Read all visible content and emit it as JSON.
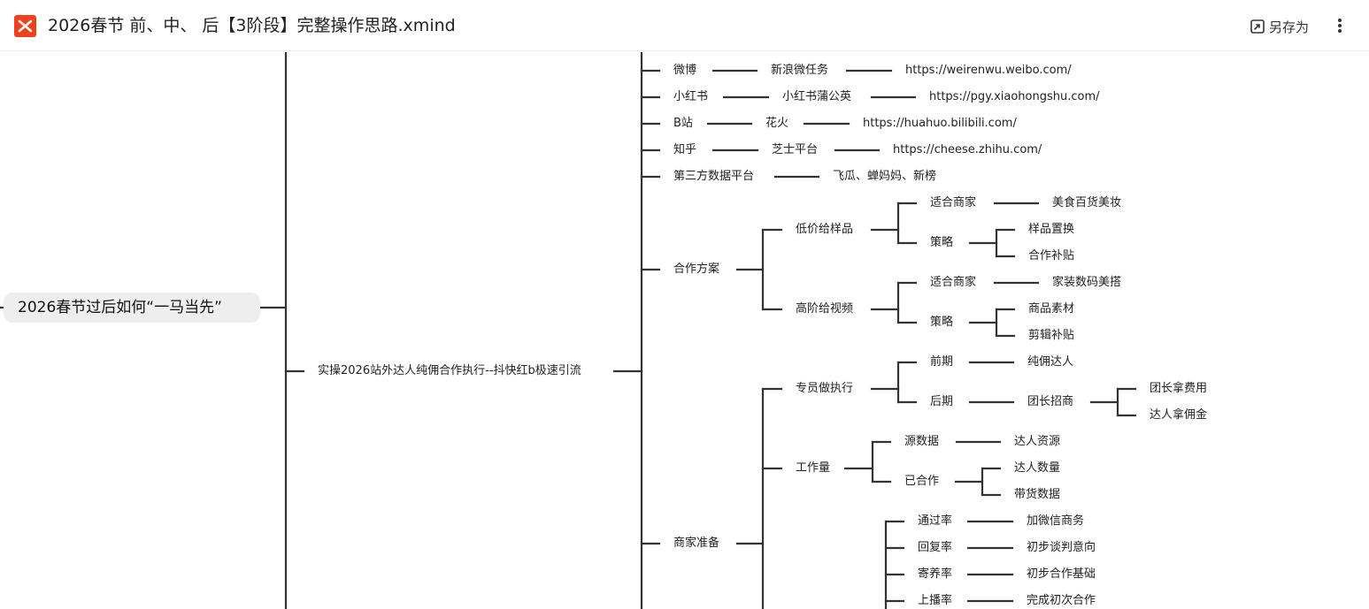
{
  "header": {
    "title": "2026春节 前、中、 后【3阶段】完整操作思路.xmind",
    "save_as_label": "另存为",
    "logo_icon": "xmind-logo-icon",
    "save_icon": "save-as-icon",
    "more_icon": "more-vertical-icon",
    "brand_color": "#f0401c"
  },
  "mindmap": {
    "root": "2026春节过后如何“一马当先”",
    "branch": "实操2026站外达人纯佣合作执行--抖快红b极速引流",
    "platforms": [
      {
        "name": "微博",
        "tool": "新浪微任务",
        "url": "https://weirenwu.weibo.com/"
      },
      {
        "name": "小红书",
        "tool": "小红书蒲公英",
        "url": "https://pgy.xiaohongshu.com/"
      },
      {
        "name": "B站",
        "tool": "花火",
        "url": "https://huahuo.bilibili.com/"
      },
      {
        "name": "知乎",
        "tool": "芝士平台",
        "url": "https://cheese.zhihu.com/"
      }
    ],
    "third_party": {
      "name": "第三方数据平台",
      "value": "飞瓜、蝉妈妈、新榜"
    },
    "coop": {
      "title": "合作方案",
      "low": {
        "title": "低价给样品",
        "fit": "适合商家",
        "fit_value": "美食百货美妆",
        "strategy": "策略",
        "s1": "样品置换",
        "s2": "合作补贴"
      },
      "high": {
        "title": "高阶给视频",
        "fit": "适合商家",
        "fit_value": "家装数码美搭",
        "strategy": "策略",
        "s1": "商品素材",
        "s2": "剪辑补贴"
      }
    },
    "merchant": {
      "title": "商家准备",
      "exec": {
        "title": "专员做执行",
        "early": "前期",
        "early_value": "纯佣达人",
        "late": "后期",
        "late_value": "团长招商",
        "late_sub1": "团长拿费用",
        "late_sub2": "达人拿佣金"
      },
      "workload": {
        "title": "工作量",
        "source": "源数据",
        "source_value": "达人资源",
        "done": "已合作",
        "done_1": "达人数量",
        "done_2": "带货数据"
      },
      "rates": [
        {
          "name": "通过率",
          "value": "加微信商务"
        },
        {
          "name": "回复率",
          "value": "初步谈判意向"
        },
        {
          "name": "寄养率",
          "value": "初步合作基础"
        },
        {
          "name": "上播率",
          "value": "完成初次合作"
        }
      ]
    }
  }
}
